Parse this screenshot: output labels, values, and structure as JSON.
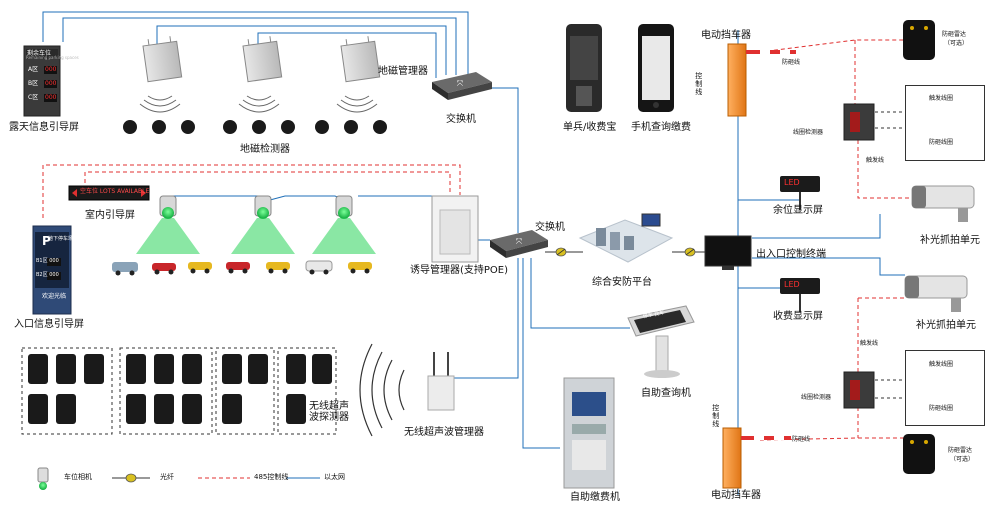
{
  "labels": {
    "outdoor_screen": "露天信息引导屏",
    "geomagnetic_manager": "地磁管理器",
    "geomagnetic_detector": "地磁检测器",
    "switch_top": "交换机",
    "indoor_screen": "室内引导屏",
    "entrance_screen": "入口信息引导屏",
    "guidance_manager": "诱导管理器(支持POE)",
    "switch_mid": "交换机",
    "platform": "综合安防平台",
    "handheld": "单兵/收费宝",
    "phone": "手机查询缴费",
    "barrier_top": "电动挡车器",
    "barrier_bottom": "电动挡车器",
    "control_line_top": "控制线",
    "control_line_bottom": "控制线",
    "anti_smash_top": "防砸线",
    "anti_smash_bottom": "防砸线",
    "radar_top": "防砸雷达",
    "radar_top_sub": "（可选）",
    "radar_bottom": "防砸雷达",
    "radar_bottom_sub": "（可选）",
    "trigger_coil_top": "触发线圈",
    "anti_smash_coil_top": "防砸线圈",
    "trigger_coil_bottom": "触发线圈",
    "anti_smash_coil_bottom": "防砸线圈",
    "loop_detector_top": "线圈检测器",
    "loop_detector_bottom": "线圈检测器",
    "trigger_line_top": "触发线",
    "trigger_line_bottom": "触发线",
    "spaces_display": "余位显示屏",
    "fee_display": "收费显示屏",
    "terminal": "出入口控制终端",
    "camera_top": "补光抓拍单元",
    "camera_bottom": "补光抓拍单元",
    "query_kiosk": "自助查询机",
    "payment_kiosk": "自助缴费机",
    "ultrasonic_manager": "无线超声波管理器",
    "ultrasonic_detector": "无线超声波探测器",
    "legend_camera": "车位相机",
    "legend_fiber": "光纤",
    "legend_485": "485控制线",
    "legend_eth": "以太网"
  },
  "screens": {
    "outdoor_header": "剩余车位",
    "outdoor_sub": "Remaining parking spaces",
    "rows": [
      {
        "zone": "A区",
        "count": "000"
      },
      {
        "zone": "B区",
        "count": "000"
      },
      {
        "zone": "C区",
        "count": "000"
      }
    ],
    "indoor_led": "空车位 LOTS AVAILABLE",
    "entrance_header": "地下停车场",
    "entrance_rows": [
      "B1区 000",
      "B2区 000"
    ],
    "entrance_welcome": "欢迎光临",
    "spaces_led": "LED",
    "fee_led": "LED",
    "kiosk_screen": "停车 找车"
  },
  "colors": {
    "ethernet": "#1f6fb8",
    "rs485": "#e03030",
    "fiber_node": "#d8c020",
    "green_light": "#1fcf4f",
    "barrier": "#f08a24"
  }
}
